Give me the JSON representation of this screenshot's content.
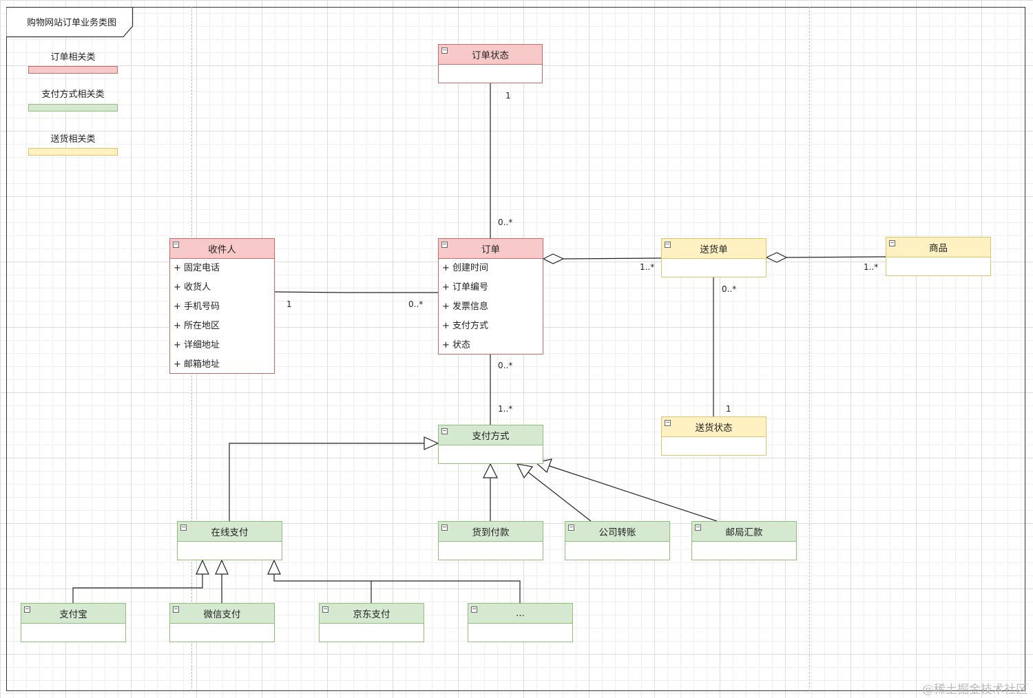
{
  "diagram": {
    "title": "购物网站订单业务类图"
  },
  "legend": [
    {
      "label": "订单相关类",
      "color": "#f8c9c9"
    },
    {
      "label": "支付方式相关类",
      "color": "#d5e8d0"
    },
    {
      "label": "送货相关类",
      "color": "#fff1c2"
    }
  ],
  "classes": {
    "order_status": {
      "name": "订单状态"
    },
    "recipient": {
      "name": "收件人",
      "attrs": [
        "+ 固定电话",
        "+ 收货人",
        "+ 手机号码",
        "+ 所在地区",
        "+ 详细地址",
        "+ 邮箱地址"
      ]
    },
    "order": {
      "name": "订单",
      "attrs": [
        "+ 创建时间",
        "+ 订单编号",
        "+ 发票信息",
        "+ 支付方式",
        "+ 状态"
      ]
    },
    "delivery_note": {
      "name": "送货单"
    },
    "product": {
      "name": "商品"
    },
    "delivery_status": {
      "name": "送货状态"
    },
    "payment_method": {
      "name": "支付方式"
    },
    "online_payment": {
      "name": "在线支付"
    },
    "cash_on_delivery": {
      "name": "货到付款"
    },
    "company_transfer": {
      "name": "公司转账"
    },
    "postal_remittance": {
      "name": "邮局汇款"
    },
    "alipay": {
      "name": "支付宝"
    },
    "wechat_pay": {
      "name": "微信支付"
    },
    "jd_pay": {
      "name": "京东支付"
    },
    "other_pay": {
      "name": "..."
    }
  },
  "multiplicities": {
    "status_order_top": "1",
    "status_order_bottom": "0..*",
    "recipient_side": "1",
    "order_left_side": "0..*",
    "order_delivery_side": "1..*",
    "delivery_product_side": "1..*",
    "delivery_status_top": "0..*",
    "delivery_status_bottom": "1",
    "order_payment_top": "0..*",
    "order_payment_bottom": "1..*"
  },
  "watermark": "@稀土掘金技术社区"
}
